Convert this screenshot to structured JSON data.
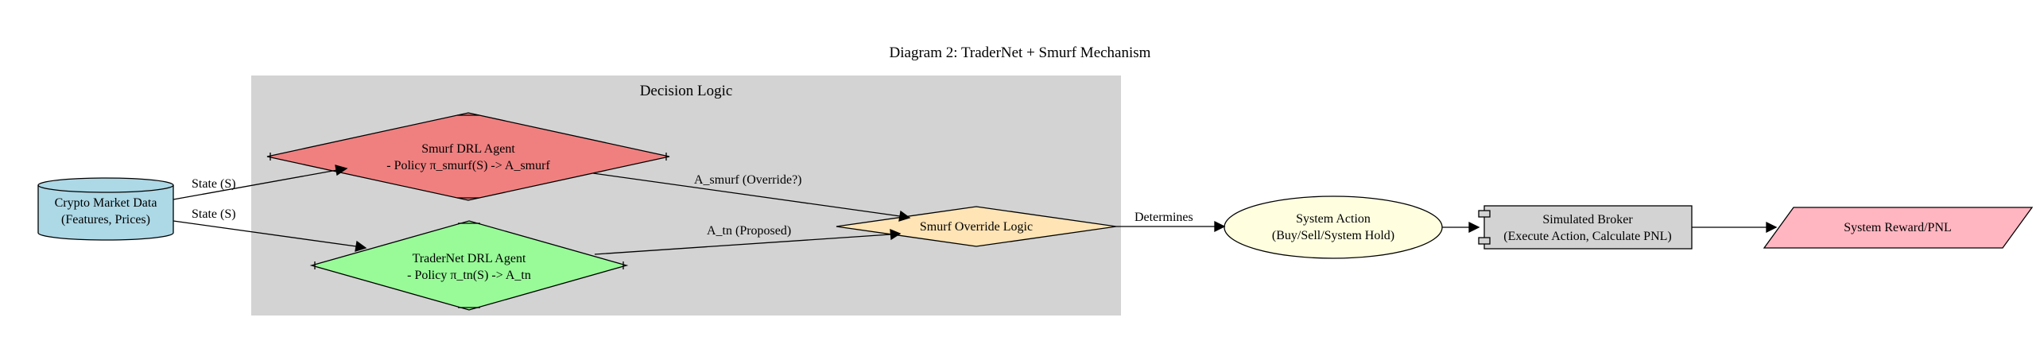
{
  "title": "Diagram 2: TraderNet + Smurf Mechanism",
  "cluster": {
    "label": "Decision Logic",
    "fill": "#d3d3d3"
  },
  "nodes": {
    "market_data": {
      "line1": "Crypto Market Data",
      "line2": "(Features, Prices)",
      "shape": "cylinder",
      "fill": "#add8e6"
    },
    "smurf_agent": {
      "line1": "Smurf DRL Agent",
      "line2": "- Policy π_smurf(S) -> A_smurf",
      "shape": "diamond",
      "fill": "#f08080"
    },
    "tradernet_agent": {
      "line1": "TraderNet DRL Agent",
      "line2": "- Policy π_tn(S) -> A_tn",
      "shape": "diamond",
      "fill": "#98fb98"
    },
    "override_logic": {
      "line1": "Smurf Override Logic",
      "shape": "diamond",
      "fill": "#ffe4b5"
    },
    "system_action": {
      "line1": "System Action",
      "line2": "(Buy/Sell/System Hold)",
      "shape": "ellipse",
      "fill": "#ffffe0"
    },
    "broker": {
      "line1": "Simulated Broker",
      "line2": "(Execute Action, Calculate PNL)",
      "shape": "component",
      "fill": "#d3d3d3"
    },
    "reward": {
      "line1": "System Reward/PNL",
      "shape": "parallelogram",
      "fill": "#ffb6c1"
    }
  },
  "edges": {
    "data_to_smurf": "State (S)",
    "data_to_tradernet": "State (S)",
    "smurf_to_override": "A_smurf (Override?)",
    "tradernet_to_override": "A_tn (Proposed)",
    "override_to_action": "Determines"
  }
}
